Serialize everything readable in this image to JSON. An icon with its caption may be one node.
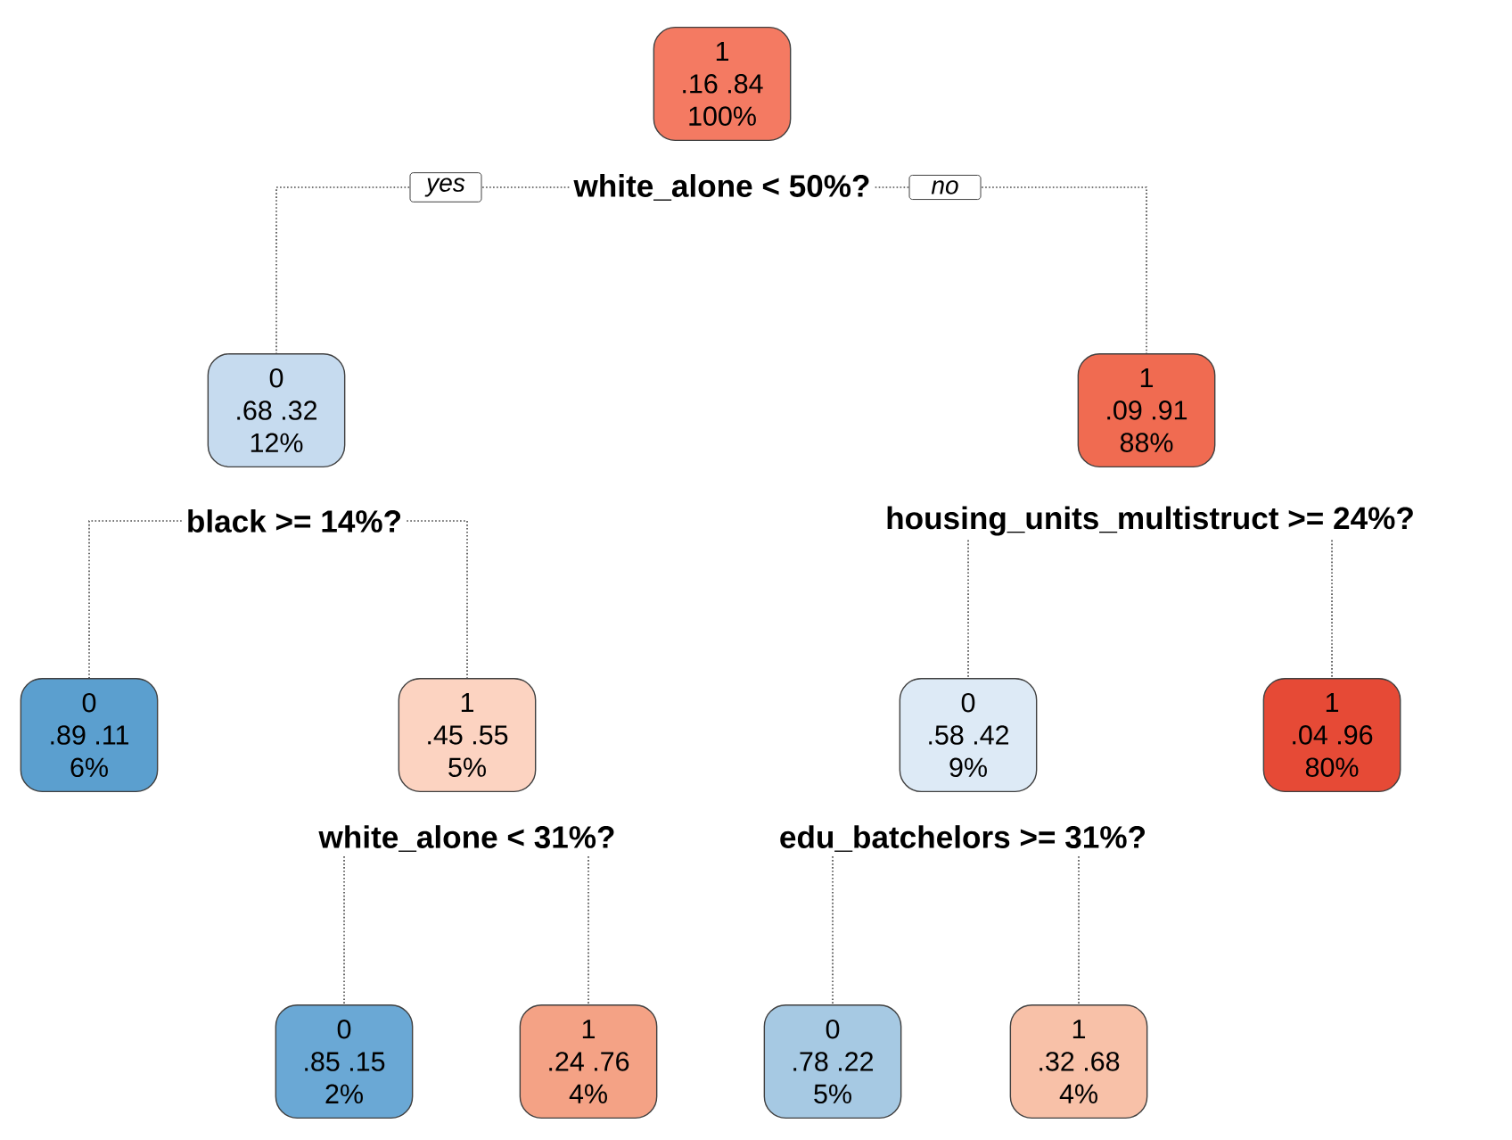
{
  "diagram": {
    "nodes": [
      {
        "text": [
          "1",
          ".16 .84",
          "100%"
        ],
        "beside": [
          "white_alone < 50%?"
        ]
      },
      {
        "text": [
          "0",
          ".68 .32",
          "12%"
        ],
        "beside": [
          "black >= 14%?"
        ]
      },
      {
        "text": [
          "1",
          ".09 .91",
          "88%"
        ],
        "beside": [
          "housing_units_multistruct >= 24%?"
        ]
      },
      {
        "text": [
          "0",
          ".89 .11",
          "6%"
        ]
      },
      {
        "text": [
          "1",
          ".45 .55",
          "5%"
        ],
        "beside": [
          "white_alone < 31%?"
        ]
      },
      {
        "text": [
          "0",
          ".58 .42",
          "9%"
        ],
        "beside": [
          "edu_batchelors >= 31%?"
        ]
      },
      {
        "text": [
          "1",
          ".04 .96",
          "80%"
        ]
      },
      {
        "text": [
          "0",
          ".85 .15",
          "2%"
        ]
      },
      {
        "text": [
          "1",
          ".24 .76",
          "4%"
        ]
      },
      {
        "text": [
          "0",
          ".78 .22",
          "5%"
        ]
      },
      {
        "text": [
          "1",
          ".32 .68",
          "4%"
        ]
      }
    ],
    "edges": [
      {
        "from": 0,
        "to": 1,
        "arrow": "none",
        "label": "yes"
      },
      {
        "from": 0,
        "to": 2,
        "arrow": "none",
        "label": "no"
      },
      {
        "from": 1,
        "to": 3,
        "arrow": "none"
      },
      {
        "from": 1,
        "to": 4,
        "arrow": "none"
      },
      {
        "from": 2,
        "to": 5,
        "arrow": "none"
      },
      {
        "from": 2,
        "to": 6,
        "arrow": "none"
      },
      {
        "from": 4,
        "to": 7,
        "arrow": "none"
      },
      {
        "from": 4,
        "to": 8,
        "arrow": "none"
      },
      {
        "from": 5,
        "to": 9,
        "arrow": "none"
      },
      {
        "from": 5,
        "to": 10,
        "arrow": "none"
      }
    ]
  }
}
